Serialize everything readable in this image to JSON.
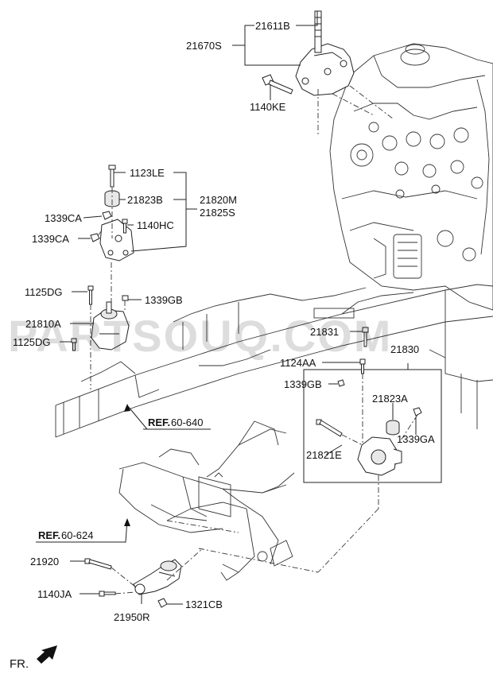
{
  "watermark": "PARTSOUQ.COM",
  "labels": {
    "p21611B": "21611B",
    "p21670S": "21670S",
    "p1140KE": "1140KE",
    "p1123LE": "1123LE",
    "p21823B": "21823B",
    "p21820M": "21820M",
    "p21825S": "21825S",
    "p1339CA_1": "1339CA",
    "p1140HC": "1140HC",
    "p1339CA_2": "1339CA",
    "p1125DG_1": "1125DG",
    "p1339GB_1": "1339GB",
    "p21810A": "21810A",
    "p1125DG_2": "1125DG",
    "p21831": "21831",
    "p21830": "21830",
    "p1124AA": "1124AA",
    "p1339GB_2": "1339GB",
    "p21823A": "21823A",
    "p1339GA": "1339GA",
    "p21821E": "21821E",
    "p21920": "21920",
    "p1140JA": "1140JA",
    "p21950R": "21950R",
    "p1321CB": "1321CB"
  },
  "refs": {
    "ref1_prefix": "REF.",
    "ref1_num": "60-640",
    "ref2_prefix": "REF.",
    "ref2_num": "60-624"
  },
  "fr_label": "FR.",
  "icons": {
    "fr_arrow": "arrow-down-left-icon"
  }
}
